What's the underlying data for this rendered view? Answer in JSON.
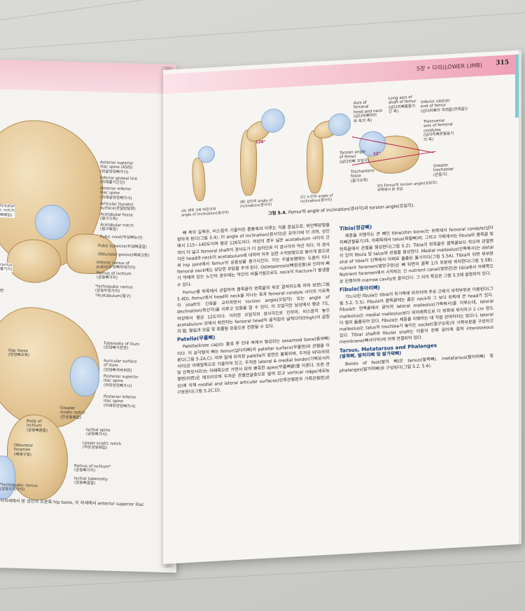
{
  "header": {
    "chapter": "5장 • 다리(LOWER LIMB)",
    "page_number": "315"
  },
  "left_page": {
    "pelvis_labels": [
      "Anterior superior",
      "iliac spine (ASIS)",
      "(위앞엉덩뼈가시)",
      "Inferior gluteal line",
      "(아래볼기근선)",
      "Anterior inferior",
      "iliac spine",
      "(아래앞엉덩뼈가시)",
      "Articular (lunate)",
      "surface(관절반달면)",
      "Acetabular fossa",
      "(절구오목)",
      "Acetabular notch",
      "(절구패임)",
      "Pubic crest(두덩뼈능선)",
      "Pubic tubercle(두덩뼈결절)",
      "Obturator groove(폐쇄고랑)",
      "Inferior ramus of",
      "pubis(두덩뼈아래가지)",
      "Ramus of ischium",
      "(궁둥뼈가지)",
      "*Ischiopubic ramus",
      "(궁둥두덩가지)",
      "*Acetabulum(절구)"
    ],
    "left_edge_labels": [
      "Greater",
      "c notch",
      "뼈패임)",
      "ramus",
      "불가지)",
      "번"
    ],
    "ilium_labels": [
      "Iliac fossa",
      "(엉덩뼈오목)",
      "Tuberosity of ilium",
      "(엉덩뼈거친면)",
      "Auricular surface",
      "of ilium",
      "(엉덩뼈귀바퀴면)",
      "Posterior superior",
      "iliac spine",
      "(위뒤엉덩뼈가시)",
      "Posterior inferior",
      "iliac spine",
      "(아래뒤엉덩뼈가시)",
      "Greater",
      "sciatic notch",
      "(큰궁둥패임)",
      "Body of",
      "ischium",
      "(궁둥뼈몸통)",
      "Ischial spine",
      "(궁둥뼈가시)",
      "Lesser sciatic notch",
      "(작은궁둥패임)",
      "Obturator",
      "foramen",
      "(폐쇄구멍)",
      "Ramus of ischium*",
      "(궁둥뼈가지)",
      "Ischial tuberosity",
      "(궁둥뼈결절)",
      "*Ischiopubic ramus",
      "(궁둥두덩가지)"
    ],
    "bottom_caption": "히자세에서 본 성인의 오른쪽 hip bone, 이 자세에서 anterior superior iliac"
  },
  "figure": {
    "panels": [
      {
        "letter": "(A)",
        "caption": "(A) 생후 3세 어린이의\nangle of inclination(경사각)"
      },
      {
        "letter": "(B)",
        "caption": "(B) 성인의 angle of\ninclination(경사각)"
      },
      {
        "letter": "(C)",
        "caption": "(C) 노인의 angle of\ninclination(경사각)"
      },
      {
        "letter": "(D)",
        "caption": "(D) Femur의 torsion angle(꼬임각):\n위쪽에서 본 모습"
      }
    ],
    "angles": [
      "126°",
      "12°"
    ],
    "d_labels": [
      "Axis of",
      "femoral",
      "head and neck",
      "(넙다리뼈머리",
      "와 목의 축)",
      "Long axis of",
      "shaft of femur",
      "(넙다리뼈몸통의",
      "긴 축)",
      "Inferior (distal)",
      "end of femur",
      "(넙다리뼈의 아래끝(먼쪽끝))",
      "Transverse",
      "axis of femoral",
      "condyles",
      "(넙다리뼈관절융기",
      "의 축)",
      "Torsion angle",
      "of femur",
      "(넙다리뼈 꼬임각)",
      "Trochanteric",
      "fossa",
      "(돌기오목)",
      "Greater",
      "trochanter",
      "(큰돌기)"
    ],
    "caption_prefix": "그림 5.4.",
    "caption_text": "Femur의 angle of inclination(경사각)과 torsion angle(꼬임각)."
  },
  "col1": {
    "p1": "뼈 목의 길축은, 비스듬히 기울어진 몸통축과 이루는 각을 중심으로, 위안쪽방향을 향하게 된다(그림 5.4). 이 angle of inclination(경사각)은 유아기에 더 크며, 성인에서 115~140도이며 평균 126도이다. 여성의 경우 넓은 acetabulum 사이의 간격이 더 넓고 femoral shaft의 경사도가 더 심하므로 이 경사각이 약간 작다. 이 경사각은 head와 neck이 acetabulum에 대하여 아주 심한 수직방향으로 놓이게 함으로써 hip joint에서 femur의 운동성을 증가시킨다. 이는 두발보행에는 도움이 되나 femoral neck에는 상당한 부담을 주게 된다. Osteoporosis(뼈엉성증)로 인하여 뼈가 약해져 있는 노인의 경우에는 약간의 비틀거림으로도 neck의 fracture가 발생할 수 있다.",
    "p2": "Femur를 위쪽에서 관찰하여 몸쪽끝이 먼쪽끝의 위로 겹쳐지도록 하여 보면(그림 5.4D), femur에서 head와 neck을 지나는 축과 femoral condyle 사이의 가로축이 shaft의 긴축을 교차하면서 torsion angle(꼬임각) 또는 angle of declination(회선각)을 이루고 있음을 알 수 있다. 이 꼬임각은 남성에서 평균 7도, 여성에서 평균 12도이다. 이러한 꼬임각과 경사각으로 인하여, 비스듬히 놓인 acetabulum 안에서 회전하는 femoral head의 움직임이 넓적다리(thigh)의 굽힘과 폄, 벌림과 모음 및 휘돌림 운동으로 전환될 수 있다.",
    "patella_head": "Patella(무릎뼈)",
    "p3": "Patella(knee cap)는 출생 후 인대 속에서 형성되는 sesamoid bone(종자뼈)이다. 이 삼각형의 뼈는 femur(넙다리뼈)의 patellar surface(무릎면)와 관절을 이룬다(그림 5.2A,C). 피부 밑에 위치한 patella의 앞면은 볼록하며, 두꺼운 바닥(위모서리)은 아래앞쪽으로 기울어져 있고, 두꺼운 lateral & medial border(가쪽모서리 및 안쪽모서리)는 아래쪽으로 가면서 모여 뾰족한 apex(무릎뼈끝)을 이룬다. 또한 관절면(뒤면)은 매끄러우며 두꺼운 관절연골층으로 덮여 있고 vertical ridge(세로능선)에 의해 medial and lateral articular surfaces(안쪽관절면과 가쪽관절면)로 구분된다(그림 5.2C,D)."
  },
  "col2": {
    "tibia_head": "Tibia(정강뼈)",
    "p1": "체중을 지탱하는 큰 뼈인 tibia(shin bone)는 위쪽에서 femoral condyle(넙다리뼈관절융기)과, 아래쪽에서 talus(목말뼈)와, 그리고 가쪽에서는 fibula와 몸쪽끝 및 먼쪽끝에서 관절을 형성한다(그림 5.2). Tibia의 먼쪽끝은 몸쪽끝보다 작으며 관절면이 있어 fibula 및 talus와 관절을 형성한다. Medial malleolus(안쪽복사)는 distal end of tibia의 안쪽에서 아래로 돌출된 돌기이다(그림 5.5A). Tibia의 뒤면 위부분 nutrient foramen(영양구멍)은 뼈 뒤면의 몸쪽 1/3 부분에 위치한다(그림 5.5B). Nutrient foramen에서 시작되는 긴 nutrient canal(영양관)은 tibia에서 아래쪽으로 진행하여 marrow cavity로 들어간다. 그 외의 특징은 그림 5.5에 설명되어 있다.",
    "fibula_head": "Fibula(종아리뼈)",
    "p2": "가느다란 fibula는 tibia의 뒤가쪽에 위치하며 주로 근육의 부착부위로 이용된다(그림 5.2, 5.5). Fibula의 몸쪽끝에는 좁은 neck과 그 보다 위쪽에 큰 head가 있다. Fibula는 먼쪽끝에서 굵어져 lateral malleolus(가쪽복사)를 이루는데, lateral malleolus는 medial malleolus보다 뒤아래쪽으로 더 위쪽에 위치하고 1 cm 정도 더 멀리 돌출되어 있다. Fibula는 체중을 지탱하는 데 직접 관여하지는 않으나, lateral malleolus는 talus의 trochlea가 놓이는 socket(절구오목)의 가쪽부분을 구성하고 있다. Tibial shaft와 fibular shaft는 이들의 전체 길이에 걸쳐 interosseous membrane(뼈사이막)에 의해 연결되어 있다.",
    "tarsus_head": "Tarsus, Metatarsus and Phalanges",
    "tarsus_sub": "(발목뼈, 발허리뼈 및 발가락뼈)",
    "p3": "Bones of foot(발의 뼈)은 tarsus(발목뼈), metatarsus(발허리뼈) 및 phalanges(발가락뼈)로 구성된다(그림 5.2, 5.6)."
  }
}
